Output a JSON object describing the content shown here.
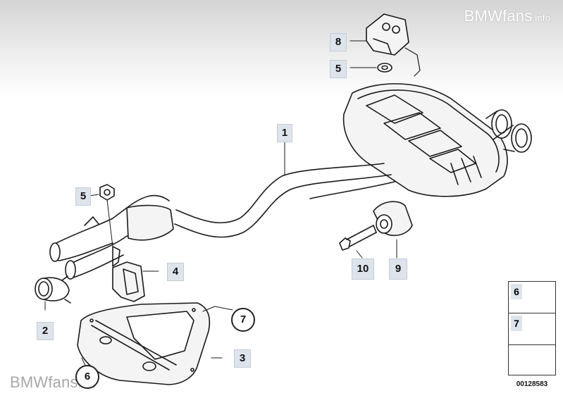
{
  "watermark": {
    "brand": "BMWfans",
    "suffix": ".info"
  },
  "callouts": {
    "c1": "1",
    "c2": "2",
    "c3": "3",
    "c4": "4",
    "c5a": "5",
    "c5b": "5",
    "c6": "6",
    "c7": "7",
    "c8": "8",
    "c9": "9",
    "c10": "10"
  },
  "legend": {
    "item6": "6",
    "item7": "7"
  },
  "document_number": "00128583",
  "colors": {
    "callout_box": "#dde4ec",
    "line": "#1a1a1a",
    "part_fill": "#f4f4f4"
  }
}
